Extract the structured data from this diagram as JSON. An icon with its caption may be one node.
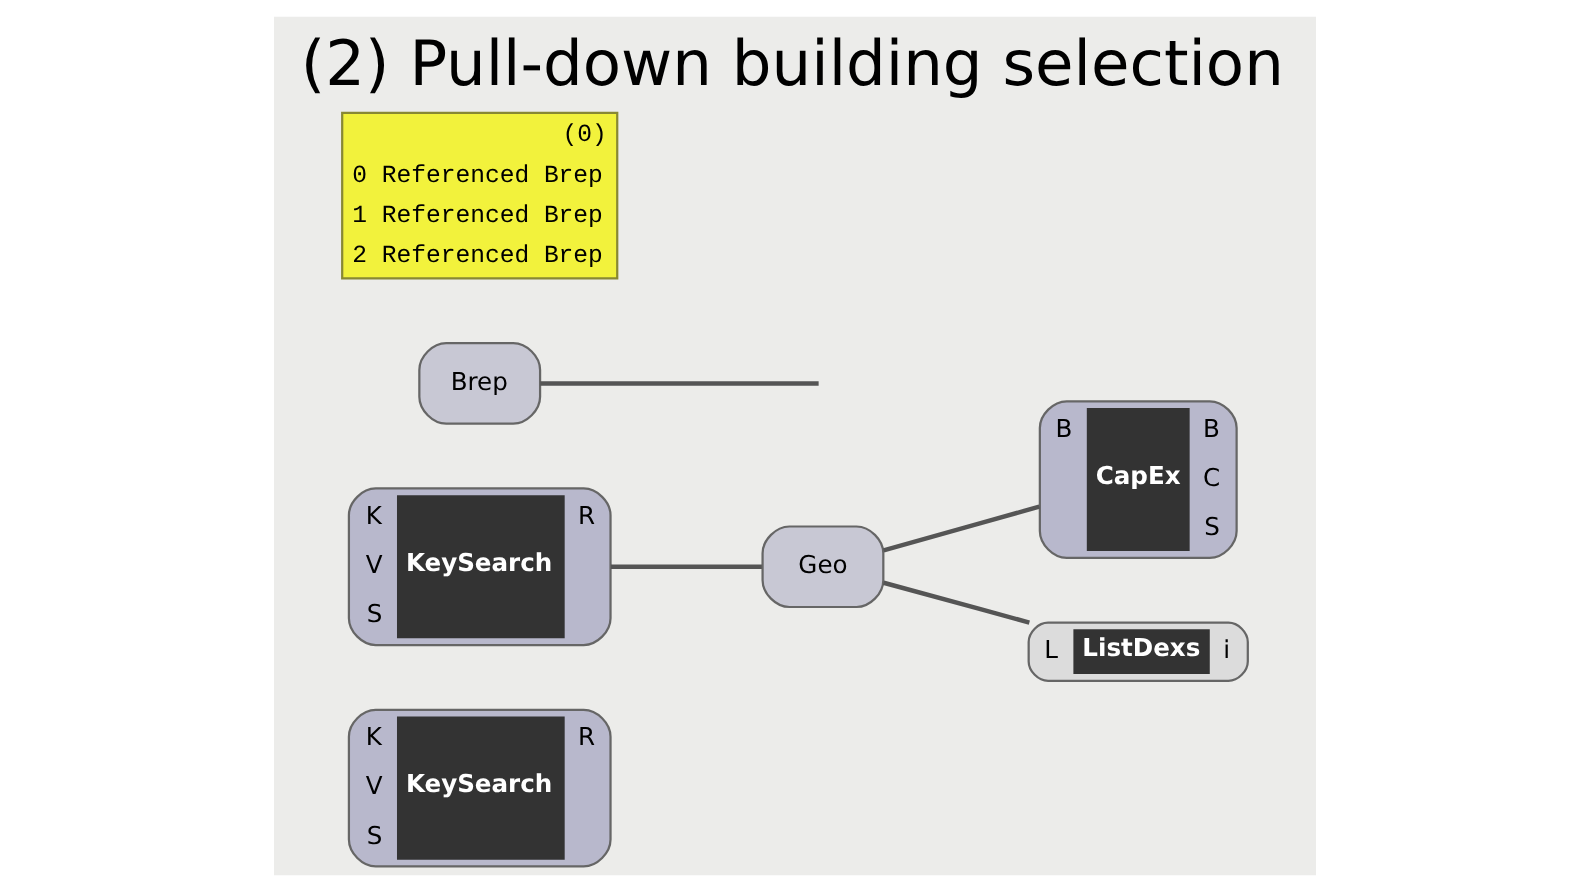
{
  "diagram": {
    "title": "(2) Pull-down building selection",
    "nodes": [
      {
        "text": [
          "(0)",
          "0 Referenced Brep",
          "1 Referenced Brep",
          "2 Referenced Brep"
        ]
      },
      {
        "text": [
          "Brep"
        ]
      },
      {
        "text": [
          "K",
          "V",
          "S",
          "KeySearch",
          "R"
        ]
      },
      {
        "text": [
          "Geo"
        ]
      },
      {
        "text": [
          "B",
          "CapEx",
          "B",
          "C",
          "S"
        ]
      },
      {
        "text": [
          "L",
          "ListDexs",
          "i"
        ]
      },
      {
        "text": [
          "K",
          "V",
          "S",
          "KeySearch",
          "R"
        ]
      }
    ],
    "edges": [
      {
        "from": 1,
        "to": null,
        "arrow": "none"
      },
      {
        "from": 2,
        "to": 3,
        "arrow": "none"
      },
      {
        "from": 3,
        "to": 4,
        "arrow": "none"
      },
      {
        "from": 3,
        "to": 5,
        "arrow": "none"
      }
    ]
  }
}
